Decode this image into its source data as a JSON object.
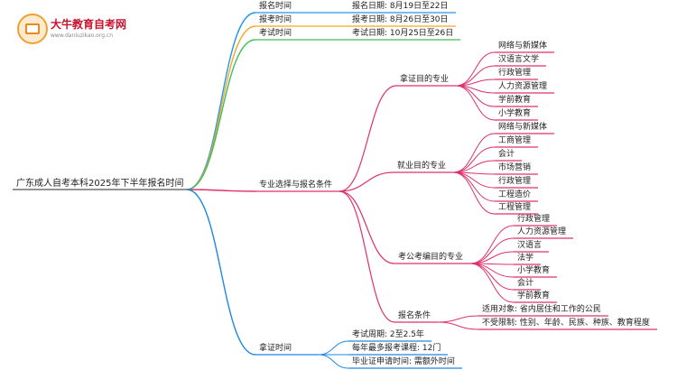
{
  "logo": {
    "title": "大牛教育自考网",
    "url": "www.daniuzikao.org.cn"
  },
  "colors": {
    "blue": "#2196f3",
    "gold": "#f5a623",
    "green": "#3dbf5a",
    "magenta": "#e0306e",
    "blue2": "#1e88e5"
  },
  "mindmap": {
    "root": "广东成人自考本科2025年下半年报名时间",
    "branches": [
      {
        "label": "报名时间",
        "children": [
          "报名日期: 8月19日至22日"
        ]
      },
      {
        "label": "报考时间",
        "children": [
          "报考日期: 8月26日至30日"
        ]
      },
      {
        "label": "考试时间",
        "children": [
          "考试日期: 10月25日至26日"
        ]
      },
      {
        "label": "专业选择与报名条件",
        "groups": [
          {
            "label": "拿证目的专业",
            "children": [
              "网络与新媒体",
              "汉语言文学",
              "行政管理",
              "人力资源管理",
              "学前教育",
              "小学教育"
            ]
          },
          {
            "label": "就业目的专业",
            "children": [
              "网络与新媒体",
              "工商管理",
              "会计",
              "市场营销",
              "行政管理",
              "工程造价",
              "工程管理"
            ]
          },
          {
            "label": "考公考编目的专业",
            "children": [
              "行政管理",
              "人力资源管理",
              "汉语言",
              "法学",
              "小学教育",
              "会计",
              "学前教育"
            ]
          },
          {
            "label": "报名条件",
            "children": [
              "适用对象: 省内居住和工作的公民",
              "不受限制: 性别、年龄、民族、种族、教育程度"
            ]
          }
        ]
      },
      {
        "label": "拿证时间",
        "children": [
          "考试周期: 2至2.5年",
          "每年最多报考课程: 12门",
          "毕业证申请时间: 需额外时间"
        ]
      }
    ]
  }
}
